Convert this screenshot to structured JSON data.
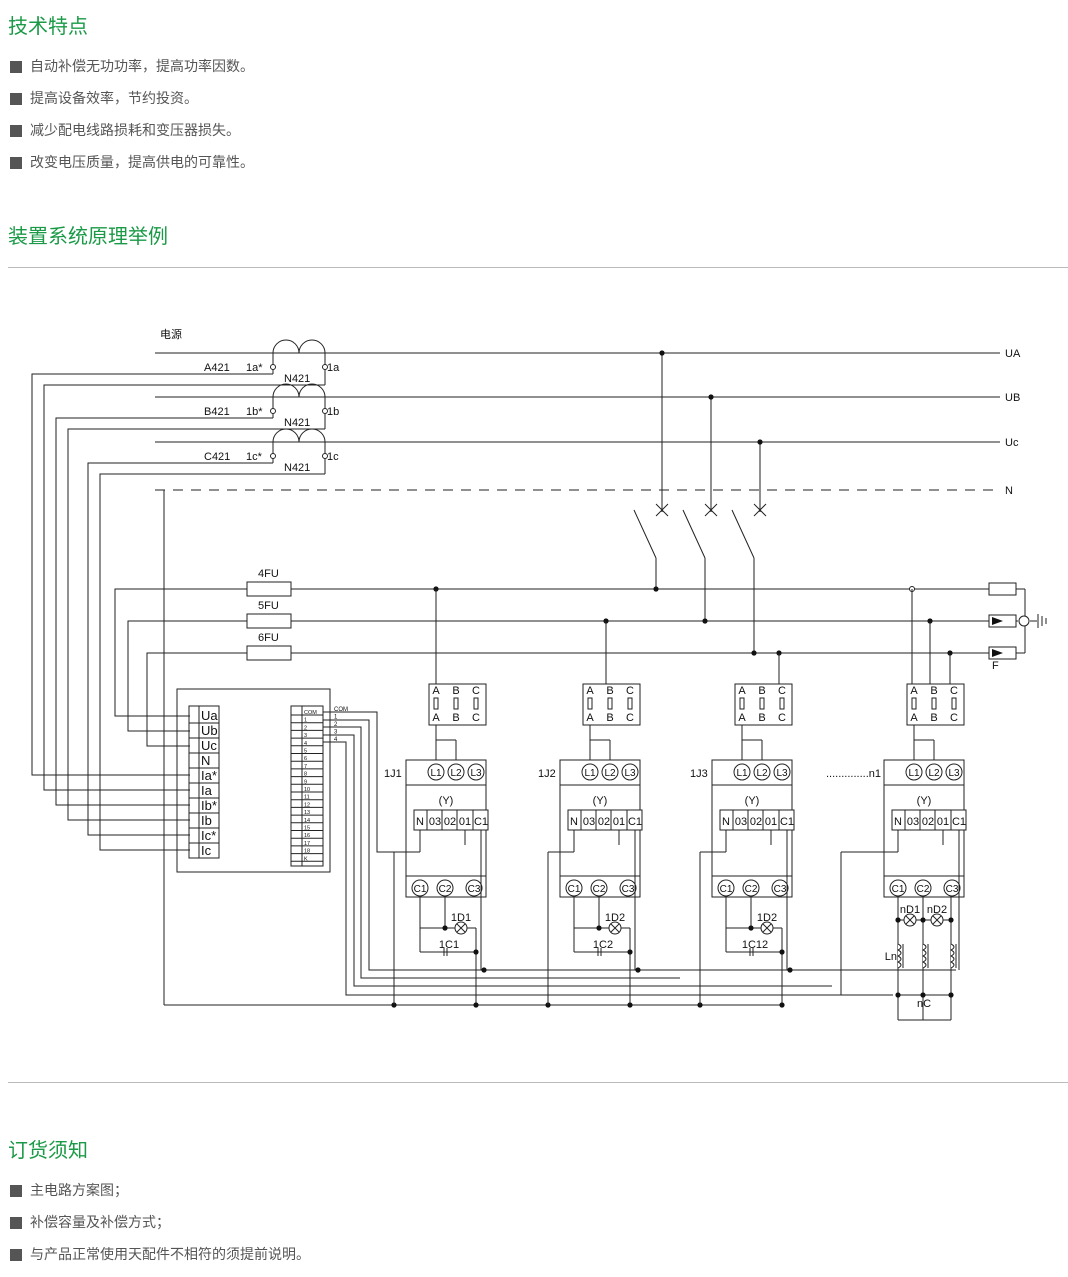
{
  "sections": {
    "features": {
      "title": "技术特点",
      "items": [
        "自动补偿无功功率，提高功率因数。",
        "提高设备效率，节约投资。",
        "减少配电线路损耗和变压器损失。",
        "改变电压质量，提高供电的可靠性。"
      ]
    },
    "principle": {
      "title": "装置系统原理举例"
    },
    "ordering": {
      "title": "订货须知",
      "items": [
        "主电路方案图；",
        "补偿容量及补偿方式；",
        "与产品正常使用天配件不相符的须提前说明。"
      ]
    }
  },
  "diagram": {
    "power_label": "电源",
    "buses": [
      "UA",
      "UB",
      "Uc",
      "N"
    ],
    "ct": [
      {
        "line": "A421",
        "start": "1a*",
        "end": "1a",
        "neutral": "N421"
      },
      {
        "line": "B421",
        "start": "1b*",
        "end": "1b",
        "neutral": "N421"
      },
      {
        "line": "C421",
        "start": "1c*",
        "end": "1c",
        "neutral": "N421"
      }
    ],
    "fuses": [
      "4FU",
      "5FU",
      "6FU"
    ],
    "right_label": "F",
    "controller_inputs": [
      "Ua",
      "Ub",
      "Uc",
      "N",
      "Ia*",
      "Ia",
      "Ib*",
      "Ib",
      "Ic*",
      "Ic"
    ],
    "controller_outputs": [
      "COM",
      "1",
      "2",
      "3",
      "4",
      "5",
      "6",
      "7",
      "8",
      "9",
      "10",
      "11",
      "12",
      "13",
      "14",
      "15",
      "16",
      "17",
      "18",
      "K"
    ],
    "output_wires": [
      "COM",
      "1",
      "2",
      "3",
      "4"
    ],
    "fuse_block_top": [
      "A",
      "B",
      "C"
    ],
    "fuse_block_bottom": [
      "A",
      "B",
      "C"
    ],
    "contactor_terminals": [
      "L1",
      "L2",
      "L3"
    ],
    "coil_label": "(Y)",
    "aux_terminals": [
      "N",
      "03",
      "02",
      "01",
      "C1"
    ],
    "cap_terminals": [
      "C1",
      "C2",
      "C3"
    ],
    "branches": [
      {
        "id": "1J1",
        "lamp": "1D1",
        "cap": "1C1"
      },
      {
        "id": "1J2",
        "lamp": "1D2",
        "cap": "1C2"
      },
      {
        "id": "1J3",
        "lamp": "1D2",
        "cap": "1C12"
      },
      {
        "id": "..............n1",
        "lamps": [
          "nD1",
          "nD2"
        ],
        "reactor": "Ln",
        "cap": "nC"
      }
    ]
  }
}
